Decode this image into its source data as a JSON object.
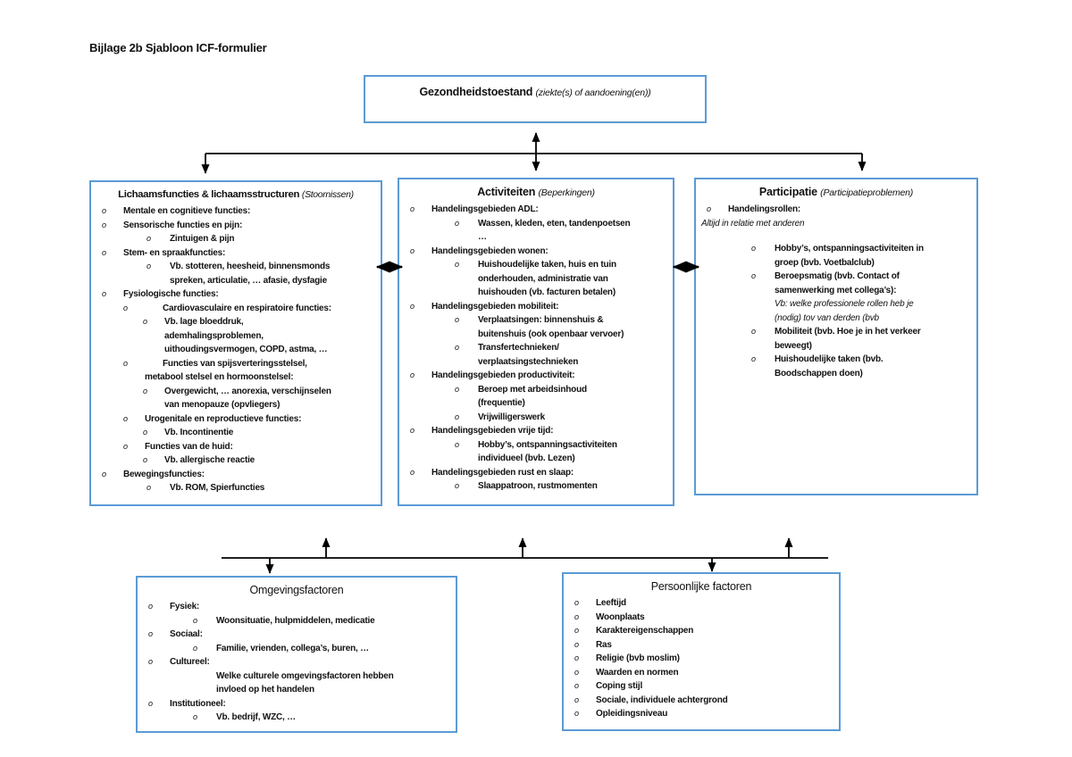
{
  "page": {
    "heading": "Bijlage 2b Sjabloon ICF-formulier"
  },
  "bullet": "o",
  "colors": {
    "box_border": "#5b9bd5",
    "arrow": "#000000",
    "text": "#111111"
  },
  "boxes": {
    "gezondheid": {
      "title": "Gezondheidstoestand",
      "subtitle": "(ziekte(s) of aandoening(en))"
    },
    "lichaam": {
      "title": "Lichaamsfuncties & lichaamsstructuren",
      "subtitle": "(Stoornissen)",
      "items": [
        {
          "lv": "lv1",
          "text": "Mentale en cognitieve functies:"
        },
        {
          "lv": "lv1",
          "text": "Sensorische functies en pijn:"
        },
        {
          "lv": "lv2",
          "text": "Zintuigen & pijn"
        },
        {
          "lv": "lv1",
          "text": "Stem- en spraakfuncties:"
        },
        {
          "lv": "lv2",
          "text": "Vb. stotteren, heesheid, binnensmonds\nspreken, articulatie, … afasie, dysfagie"
        },
        {
          "lv": "lv1",
          "text": "Fysiologische functies:"
        },
        {
          "lv": "lv2w",
          "text": "Cardiovasculaire en respiratoire functies:"
        },
        {
          "lv": "lv3m",
          "text": "Vb. lage bloeddruk,\nademhalingsproblemen,\nuithoudingsvermogen, COPD, astma, …"
        },
        {
          "lv": "lv2w",
          "text": "Functies van spijsverteringsstelsel,"
        },
        {
          "lv": "cont60",
          "marker": false,
          "text": "metabool stelsel en hormoonstelsel:"
        },
        {
          "lv": "lv3m",
          "text": "Overgewicht, … anorexia, verschijnselen\nvan menopauze (opvliegers)"
        },
        {
          "lv": "lv2m",
          "text": "Urogenitale en reproductieve functies:"
        },
        {
          "lv": "lv3m",
          "text": "Vb. Incontinentie"
        },
        {
          "lv": "lv2m",
          "text": "Functies van de huid:"
        },
        {
          "lv": "lv3m",
          "text": "Vb. allergische reactie"
        },
        {
          "lv": "lv1",
          "text": "Bewegingsfuncties:"
        },
        {
          "lv": "lv2",
          "text": "Vb. ROM, Spierfuncties"
        }
      ]
    },
    "activiteiten": {
      "title": "Activiteiten",
      "subtitle": "(Beperkingen)",
      "items": [
        {
          "lv": "lv1",
          "text": "Handelingsgebieden ADL:"
        },
        {
          "lv": "lv2",
          "text": "Wassen, kleden, eten, tandenpoetsen\n…"
        },
        {
          "lv": "lv1",
          "text": "Handelingsgebieden wonen:"
        },
        {
          "lv": "lv2",
          "text": "Huishoudelijke taken, huis en tuin\nonderhouden, administratie van\nhuishouden (vb. facturen betalen)"
        },
        {
          "lv": "lv1",
          "text": "Handelingsgebieden mobiliteit:"
        },
        {
          "lv": "lv2",
          "text": "Verplaatsingen: binnenshuis &\nbuitenshuis (ook openbaar vervoer)"
        },
        {
          "lv": "lv2",
          "text": "Transfertechnieken/\nverplaatsingstechnieken"
        },
        {
          "lv": "lv1",
          "text": "Handelingsgebieden productiviteit:"
        },
        {
          "lv": "lv2",
          "text": "Beroep met arbeidsinhoud\n(frequentie)"
        },
        {
          "lv": "lv2",
          "text": "Vrijwilligerswerk"
        },
        {
          "lv": "lv1",
          "text": "Handelingsgebieden vrije tijd:"
        },
        {
          "lv": "lv2",
          "text": "Hobby’s, ontspanningsactiviteiten\nindividueel (bvb. Lezen)"
        },
        {
          "lv": "lv1",
          "text": "Handelingsgebieden rust en slaap:"
        },
        {
          "lv": "lv2",
          "text": "Slaappatroon, rustmomenten"
        }
      ]
    },
    "participatie": {
      "title": "Participatie",
      "subtitle": "(Participatieproblemen)",
      "items": [
        {
          "lv": "lv1",
          "text": "Handelingsrollen:"
        },
        {
          "lv": "plain",
          "marker": false,
          "italic": true,
          "text": "Altijd in relatie met anderen"
        },
        {
          "spacer": true
        },
        {
          "lv": "lv2",
          "text": "Hobby’s, ontspanningsactiviteiten in\ngroep (bvb. Voetbalclub)"
        },
        {
          "lv": "lv2",
          "text": "Beroepsmatig (bvb. Contact of\nsamenwerking met collega’s):"
        },
        {
          "lv": "cont88",
          "marker": false,
          "italic": true,
          "text": "Vb: welke professionele rollen heb je\n(nodig) tov van derden (bvb"
        },
        {
          "lv": "lv2",
          "text": "Mobiliteit (bvb. Hoe je in het verkeer\nbeweegt)"
        },
        {
          "lv": "lv2",
          "text": "Huishoudelijke taken (bvb.\nBoodschappen doen)"
        }
      ]
    },
    "omgeving": {
      "title": "Omgevingsfactoren",
      "items": [
        {
          "lv": "lv1",
          "text": "Fysiek:"
        },
        {
          "lv": "lv2",
          "text": "Woonsituatie, hulpmiddelen, medicatie"
        },
        {
          "lv": "lv1",
          "text": "Sociaal:"
        },
        {
          "lv": "lv2",
          "text": "Familie, vrienden, collega’s, buren, …"
        },
        {
          "lv": "lv1",
          "text": "Cultureel:"
        },
        {
          "lv": "cont88",
          "marker": false,
          "text": "Welke culturele omgevingsfactoren hebben\ninvloed op het handelen"
        },
        {
          "lv": "lv1",
          "text": "Institutioneel:"
        },
        {
          "lv": "lv2",
          "text": "Vb. bedrijf, WZC, …"
        }
      ]
    },
    "persoonlijk": {
      "title": "Persoonlijke factoren",
      "items": [
        {
          "lv": "lv1",
          "text": "Leeftijd"
        },
        {
          "lv": "lv1",
          "text": "Woonplaats"
        },
        {
          "lv": "lv1",
          "text": "Karaktereigenschappen"
        },
        {
          "lv": "lv1",
          "text": "Ras"
        },
        {
          "lv": "lv1",
          "text": "Religie (bvb moslim)"
        },
        {
          "lv": "lv1",
          "text": "Waarden en normen"
        },
        {
          "lv": "lv1",
          "text": "Coping stijl"
        },
        {
          "lv": "lv1",
          "text": "Sociale, individuele achtergrond"
        },
        {
          "lv": "lv1",
          "text": "Opleidingsniveau"
        }
      ]
    }
  }
}
